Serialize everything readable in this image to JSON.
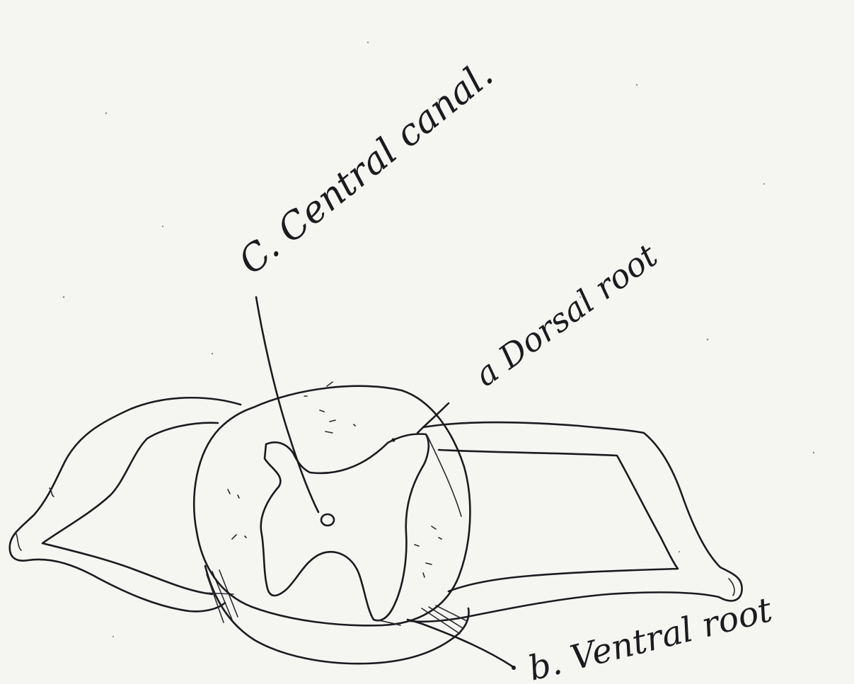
{
  "labels": {
    "central_canal": "C. Central canal.",
    "dorsal_root": "a Dorsal root",
    "ventral_root": "b. Ventral root"
  },
  "colors": {
    "ink": "#1b1b1f",
    "paper": "#f5f5f2"
  }
}
